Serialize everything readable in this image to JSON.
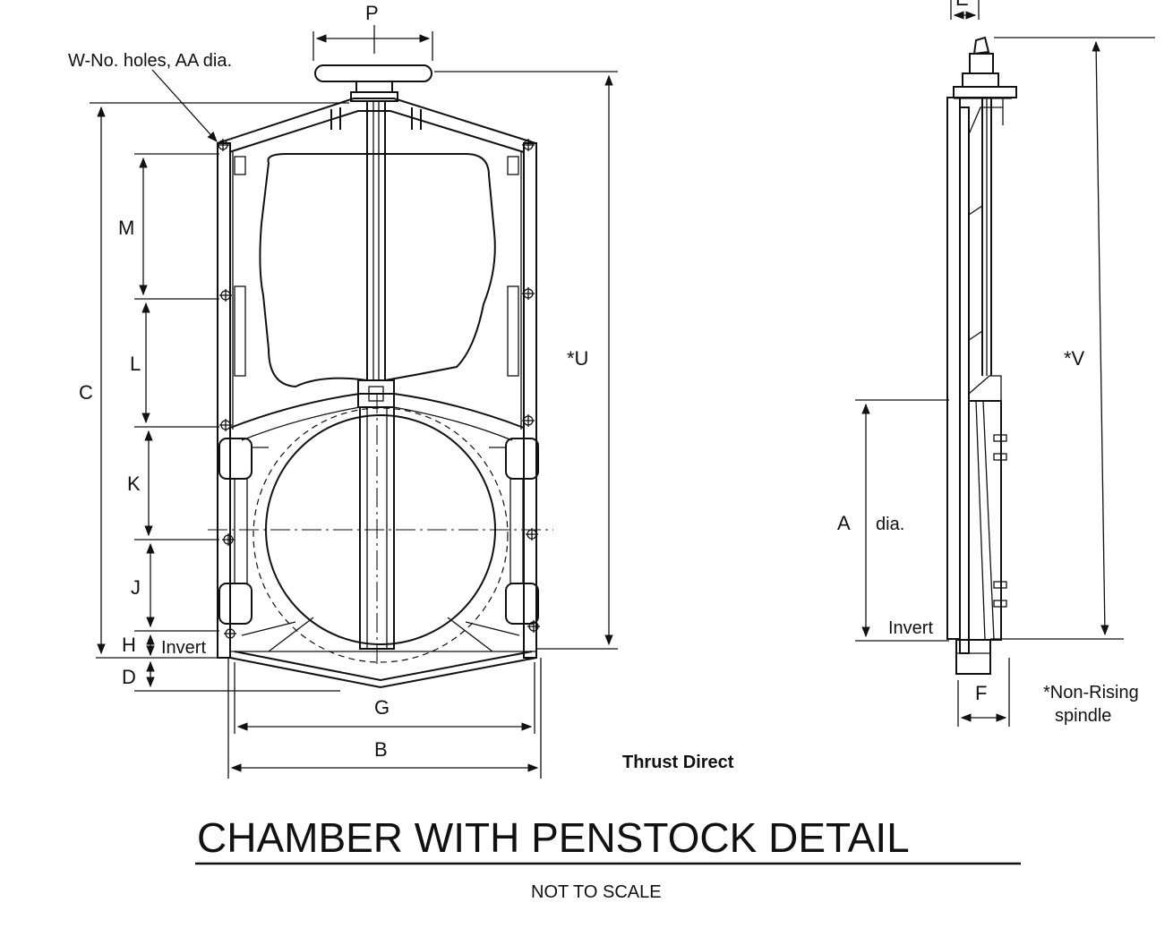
{
  "labels": {
    "holes_note": "W-No. holes, AA dia.",
    "P": "P",
    "E": "E",
    "M": "M",
    "L": "L",
    "K": "K",
    "J": "J",
    "H": "H",
    "D": "D",
    "C": "C",
    "G": "G",
    "B": "B",
    "U": "*U",
    "V": "*V",
    "A": "A",
    "dia": "dia.",
    "invert_front": "Invert",
    "invert_side": "Invert",
    "F": "F",
    "non_rising_1": "*Non-Rising",
    "non_rising_2": "spindle",
    "thrust": "Thrust Direct"
  },
  "title": "CHAMBER WITH PENSTOCK DETAIL",
  "subtitle": "NOT TO SCALE"
}
